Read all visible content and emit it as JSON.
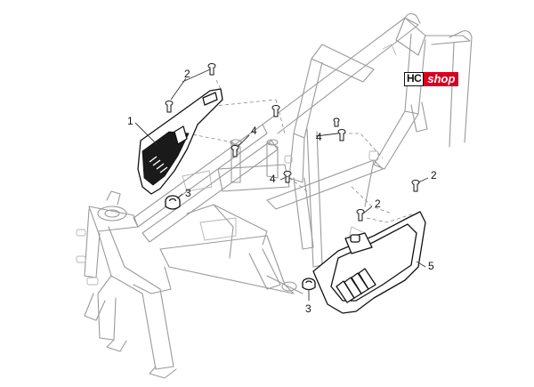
{
  "brand": {
    "logo_primary": "HC",
    "logo_secondary": "shop",
    "accent_color": "#d8001f"
  },
  "callouts": [
    "1",
    "2",
    "2",
    "2",
    "3",
    "3",
    "4",
    "4",
    "4",
    "5"
  ],
  "parts": [
    {
      "ref": "1",
      "item": "left side panel"
    },
    {
      "ref": "2",
      "item": "screw"
    },
    {
      "ref": "3",
      "item": "rubber grommet"
    },
    {
      "ref": "4",
      "item": "screw"
    },
    {
      "ref": "5",
      "item": "right side panel"
    }
  ]
}
